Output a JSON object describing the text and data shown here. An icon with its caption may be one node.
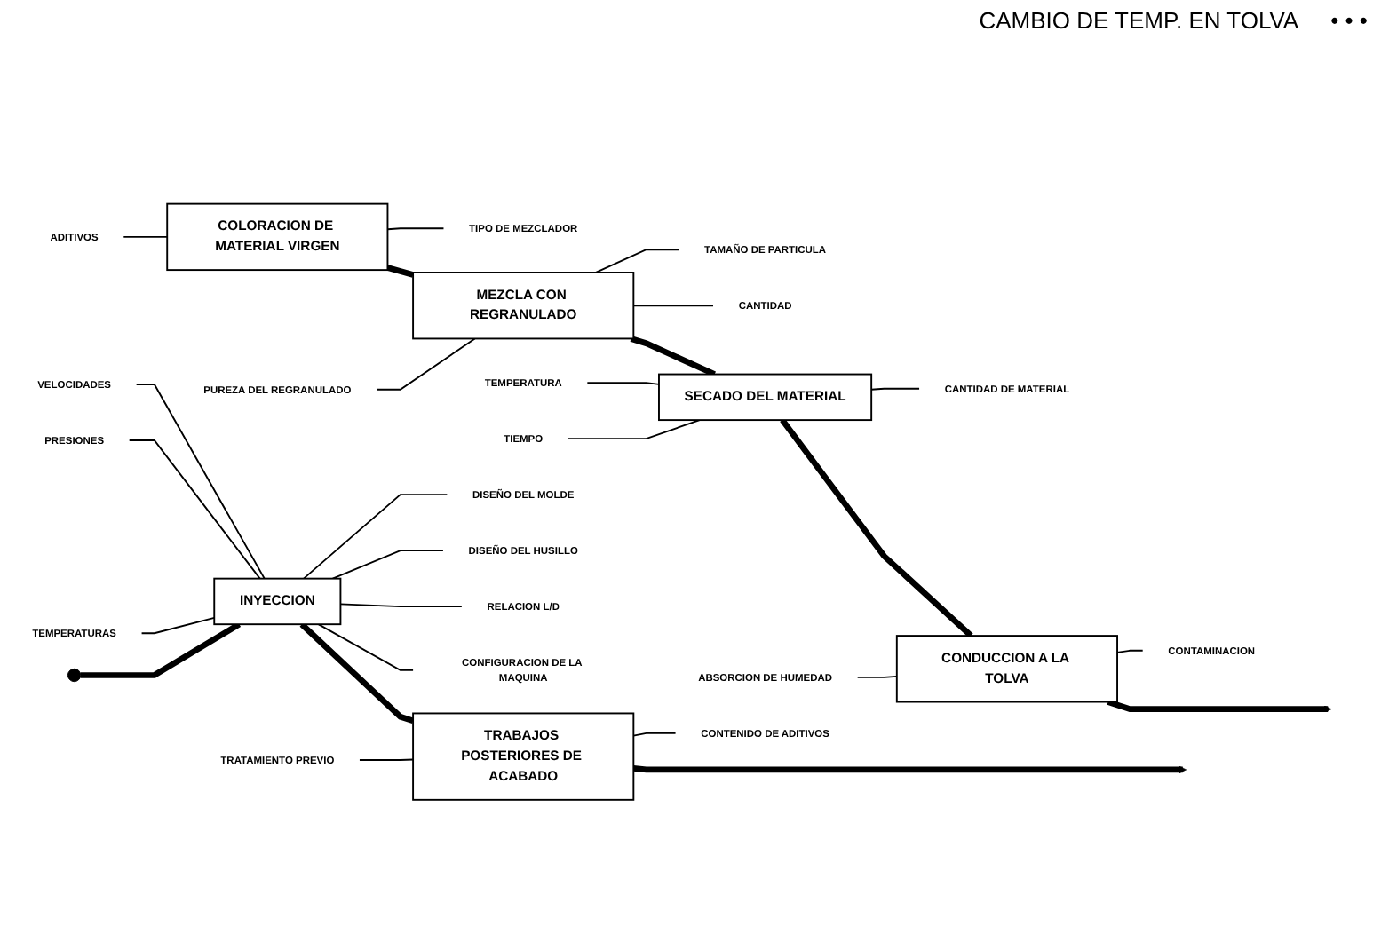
{
  "diagram": {
    "nodes": [
      {
        "text": [
          "COLORACION DE MATERIAL VIRGEN"
        ]
      },
      {
        "text": [
          "ADITIVOS"
        ]
      },
      {
        "text": [
          "TIPO DE MEZCLADOR"
        ]
      },
      {
        "text": [
          "MEZCLA CON REGRANULADO"
        ]
      },
      {
        "text": [
          "PUREZA DEL REGRANULADO"
        ]
      },
      {
        "text": [
          "CANTIDAD"
        ]
      },
      {
        "text": [
          "TAMAÑO DE PARTICULA"
        ]
      },
      {
        "text": [
          "SECADO DEL MATERIAL"
        ]
      },
      {
        "text": [
          "TEMPERATURA"
        ]
      },
      {
        "text": [
          "TIEMPO"
        ]
      },
      {
        "text": [
          "CANTIDAD DE MATERIAL"
        ]
      },
      {
        "text": [
          "CONDUCCION A LA TOLVA"
        ]
      },
      {
        "text": [
          "ABSORCION DE HUMEDAD"
        ]
      },
      {
        "text": [
          "CONTAMINACION"
        ]
      },
      {
        "text": [],
        "shape": "circle"
      },
      {
        "text": [
          "INYECCION"
        ]
      },
      {
        "text": [
          "TEMPERATURAS"
        ]
      },
      {
        "text": [
          "PRESIONES"
        ]
      },
      {
        "text": [
          "VELOCIDADES"
        ]
      },
      {
        "text": [
          "CONFIGURACION DE LA MAQUINA"
        ]
      },
      {
        "text": [
          "RELACION L/D"
        ]
      },
      {
        "text": [
          "DISEÑO DEL HUSILLO"
        ]
      },
      {
        "text": [
          "DISEÑO DEL MOLDE"
        ]
      },
      {
        "text": [
          "TRABAJOS POSTERIORES DE ACABADO"
        ]
      },
      {
        "text": [
          "TRATAMIENTO PREVIO"
        ]
      },
      {
        "text": [
          "CONTENIDO DE ADITIVOS"
        ]
      }
    ],
    "edges": [
      {
        "from": 0,
        "to": 3,
        "arrow": "none",
        "style": "thick"
      },
      {
        "from": 3,
        "to": 7,
        "arrow": "none",
        "style": "thick"
      },
      {
        "from": 7,
        "to": 11,
        "arrow": "none",
        "style": "thick"
      },
      {
        "from": 11,
        "to": null,
        "arrow": "to",
        "style": "thick"
      },
      {
        "from": 1,
        "to": 0,
        "arrow": "none"
      },
      {
        "from": 0,
        "to": 2,
        "arrow": "none"
      },
      {
        "from": 4,
        "to": 3,
        "arrow": "none"
      },
      {
        "from": 3,
        "to": 5,
        "arrow": "none"
      },
      {
        "from": 3,
        "to": 6,
        "arrow": "none"
      },
      {
        "from": 8,
        "to": 7,
        "arrow": "none"
      },
      {
        "from": 9,
        "to": 7,
        "arrow": "none"
      },
      {
        "from": 7,
        "to": 10,
        "arrow": "none"
      },
      {
        "from": 12,
        "to": 11,
        "arrow": "none"
      },
      {
        "from": 11,
        "to": 13,
        "arrow": "none"
      },
      {
        "from": 14,
        "to": 15,
        "arrow": "none",
        "style": "thick"
      },
      {
        "from": 15,
        "to": 23,
        "arrow": "none",
        "style": "thick"
      },
      {
        "from": 23,
        "to": null,
        "arrow": "to",
        "style": "thick"
      },
      {
        "from": 16,
        "to": 15,
        "arrow": "none"
      },
      {
        "from": 17,
        "to": 15,
        "arrow": "none"
      },
      {
        "from": 18,
        "to": 15,
        "arrow": "none"
      },
      {
        "from": 15,
        "to": 19,
        "arrow": "none"
      },
      {
        "from": 15,
        "to": 20,
        "arrow": "none"
      },
      {
        "from": 15,
        "to": 21,
        "arrow": "none"
      },
      {
        "from": 15,
        "to": 22,
        "arrow": "none"
      },
      {
        "from": 24,
        "to": 23,
        "arrow": "none"
      },
      {
        "from": 23,
        "to": 25,
        "arrow": "none"
      }
    ],
    "labels": [
      "CAMBIO DE TEMP. EN TOLVA",
      "• • •"
    ]
  }
}
